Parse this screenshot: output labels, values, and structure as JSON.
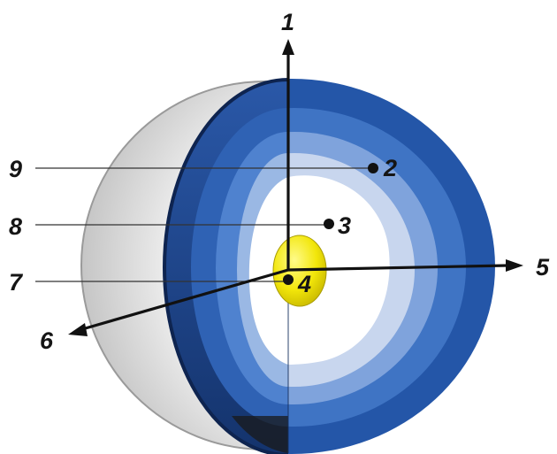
{
  "labels": {
    "axis_up": "1",
    "point_outer": "2",
    "point_mid": "3",
    "point_core": "4",
    "axis_right": "5",
    "axis_diag": "6",
    "leader_low": "7",
    "leader_mid": "8",
    "leader_top": "9"
  },
  "colors": {
    "outer_shell": "#1f4fa0",
    "middle_shell": "#3d6fbf",
    "inner_shell": "#6b95d4",
    "cavity": "#ffffff",
    "core": "#f2e60a",
    "shadow_shell": "#c8c8c8",
    "axis": "#111111"
  }
}
